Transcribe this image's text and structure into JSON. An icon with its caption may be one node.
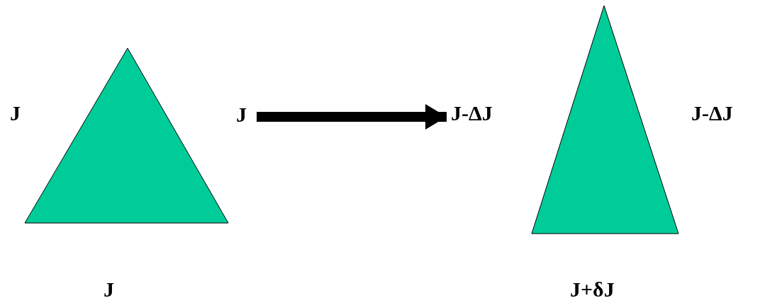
{
  "diagram": {
    "nodes": [
      {
        "text": [],
        "shape": "triangle",
        "beside": [
          "J",
          "J",
          "J"
        ]
      },
      {
        "text": [],
        "shape": "triangle",
        "beside": [
          "J-ΔJ",
          "J-ΔJ",
          "J+δJ"
        ]
      }
    ],
    "edges": [
      {
        "from": 0,
        "to": 1,
        "arrow": "to"
      }
    ]
  }
}
